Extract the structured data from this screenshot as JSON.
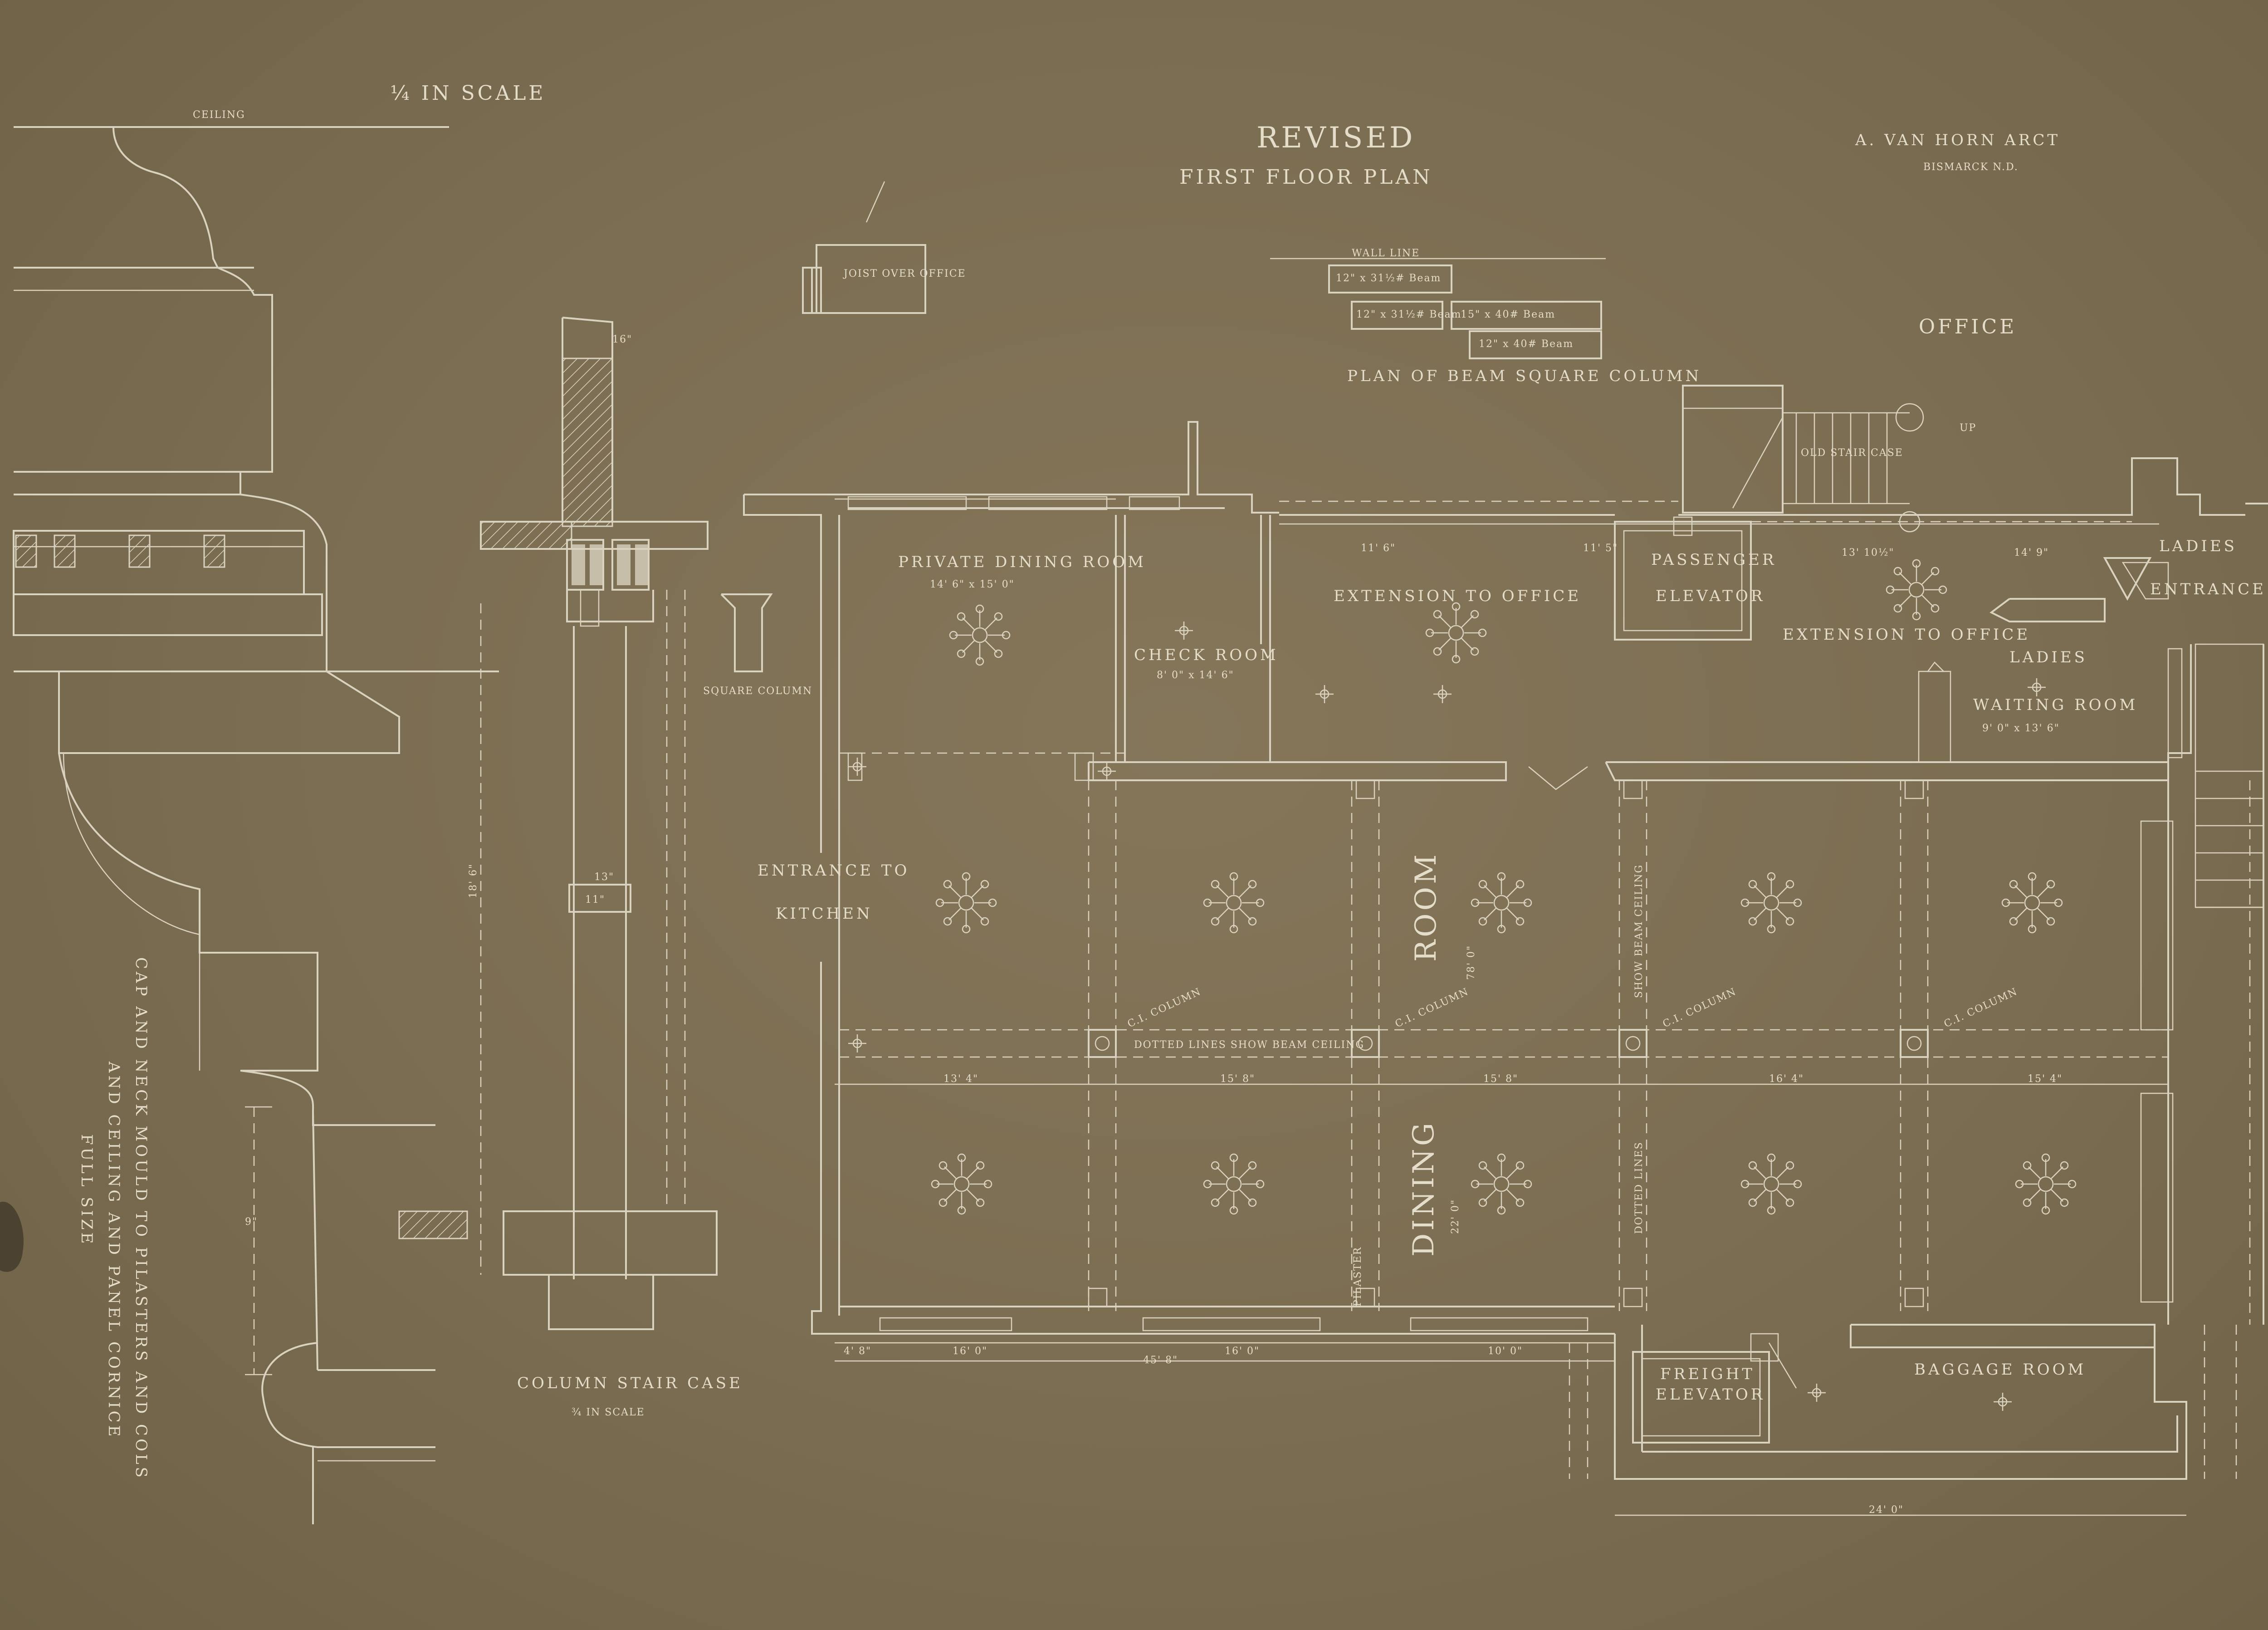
{
  "header": {
    "title_revised": "REVISED",
    "title_plan": "FIRST FLOOR PLAN",
    "architect": "A. VAN HORN ARCT",
    "location": "BISMARCK N.D.",
    "scale_quarter": "¼ IN SCALE",
    "office": "OFFICE"
  },
  "details": {
    "ceiling": "CEILING",
    "joist_over_office": "JOIST OVER OFFICE",
    "wall_line": "WALL LINE",
    "beam_12x31": "12\" x 31½# Beam",
    "beam_12x31b": "12\" x 31½# Beam",
    "beam_15x40": "15\" x 40# Beam",
    "beam_12x40": "12\" x 40# Beam",
    "plan_of_beam": "PLAN OF BEAM SQUARE COLUMN",
    "square_column": "SQUARE COLUMN",
    "column_stair_case": "COLUMN STAIR CASE",
    "scale_three_quarter": "¾ IN SCALE",
    "cornice_note_1": "CAP AND NECK MOULD TO PILASTERS AND COLS",
    "cornice_note_2": "AND CEILING AND PANEL CORNICE",
    "full_size": "FULL SIZE"
  },
  "rooms": {
    "private_dining": "PRIVATE DINING ROOM",
    "private_dining_dim": "14' 6\" x 15' 0\"",
    "check_room": "CHECK ROOM",
    "check_room_dim": "8' 0\" x 14' 6\"",
    "extension_office_1": "EXTENSION TO OFFICE",
    "extension_office_2": "EXTENSION TO OFFICE",
    "passenger_elevator_1": "PASSENGER",
    "passenger_elevator_2": "ELEVATOR",
    "old_stair_case": "OLD STAIR CASE",
    "ladies_entrance_1": "LADIES",
    "ladies_entrance_2": "ENTRANCE",
    "ladies_waiting_1": "LADIES",
    "ladies_waiting_2": "WAITING ROOM",
    "ladies_waiting_dim": "9' 0\" x 13' 6\"",
    "entrance_kitchen_1": "ENTRANCE TO",
    "entrance_kitchen_2": "KITCHEN",
    "dining_1": "DINING",
    "dining_2": "ROOM",
    "dining_dim_1": "22' 0\"",
    "dining_dim_2": "78' 0\"",
    "freight_elevator_1": "FREIGHT",
    "freight_elevator_2": "ELEVATOR",
    "baggage_room": "BAGGAGE ROOM"
  },
  "notes": {
    "dotted_lines_beam": "DOTTED LINES SHOW BEAM CEILING",
    "show_beam_ceiling": "SHOW BEAM CEILING",
    "dotted_lines": "DOTTED LINES",
    "ci_column_1": "C.I. COLUMN",
    "ci_column_2": "C.I. COLUMN",
    "ci_column_3": "C.I. COLUMN",
    "ci_column_4": "C.I. COLUMN",
    "pilaster": "PILASTER",
    "up": "UP"
  },
  "dimensions": {
    "d_13_4": "13' 4\"",
    "d_15_8": "15' 8\"",
    "d_15_8b": "15' 8\"",
    "d_16_4": "16' 4\"",
    "d_15_4": "15' 4\"",
    "d_45_8": "45' 8\"",
    "d_24_0": "24' 0\"",
    "d_11_6": "11' 6\"",
    "d_11_5": "11' 5\"",
    "d_13_10": "13' 10½\"",
    "d_14_9": "14' 9\"",
    "d_16_0": "16' 0\"",
    "d_16_0b": "16' 0\"",
    "d_10_0": "10' 0\"",
    "d_4_8": "4' 8\"",
    "d_16": "16\"",
    "d_13": "13\"",
    "d_9": "9\"",
    "d_18_6": "18' 6\"",
    "d_11": "11\""
  }
}
